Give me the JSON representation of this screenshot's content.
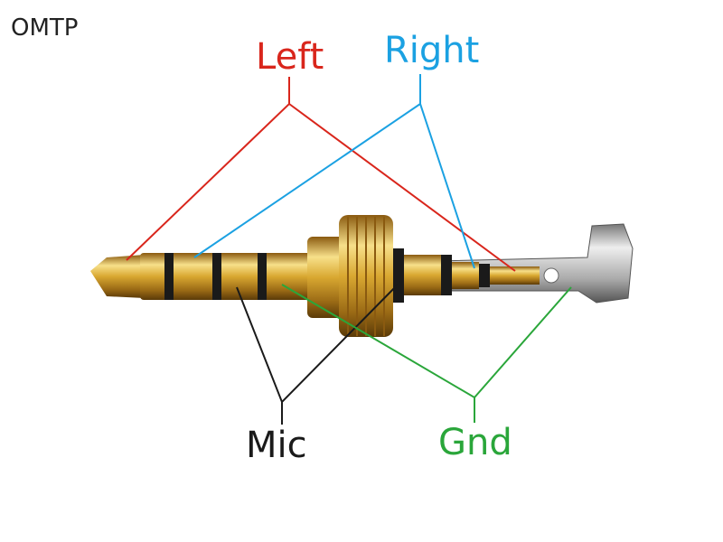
{
  "title": "OMTP",
  "labels": {
    "left": {
      "text": "Left",
      "color": "#d9261c"
    },
    "right": {
      "text": "Right",
      "color": "#1ba1e2"
    },
    "mic": {
      "text": "Mic",
      "color": "#1a1a1a"
    },
    "gnd": {
      "text": "Gnd",
      "color": "#2aa63a"
    }
  }
}
